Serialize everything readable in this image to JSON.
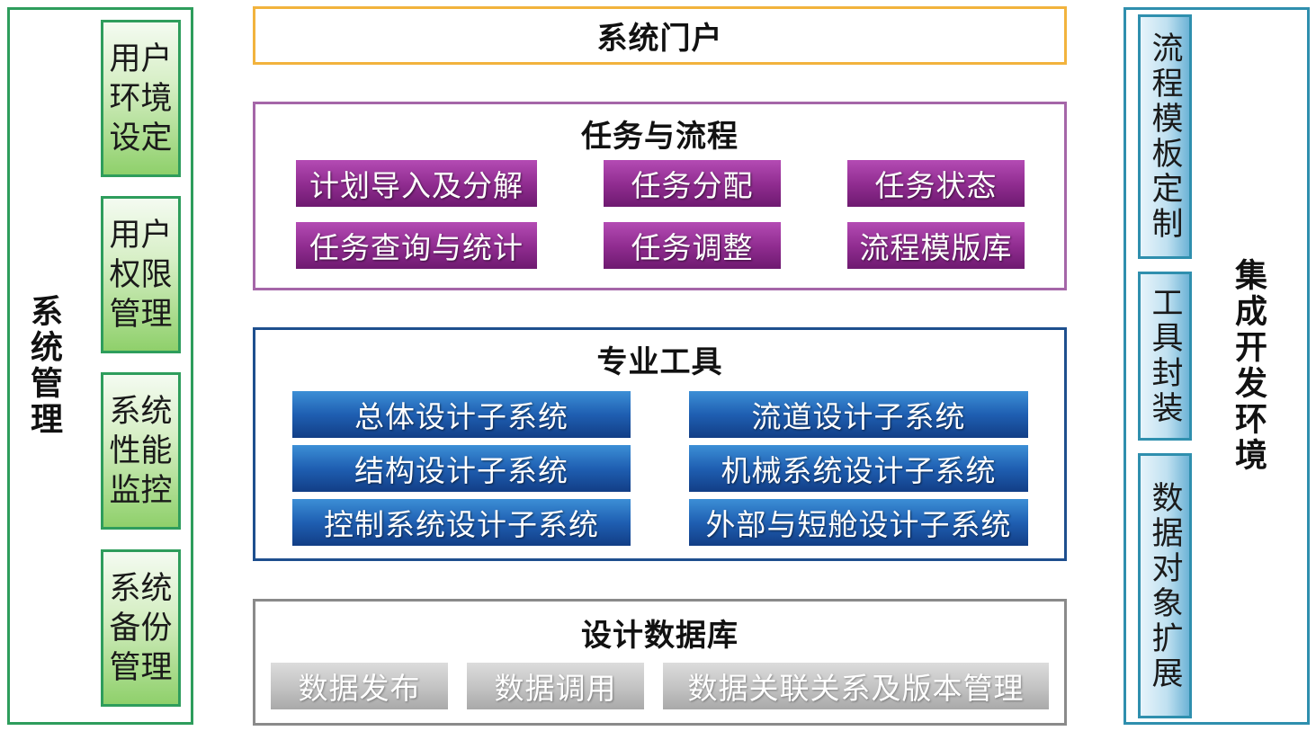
{
  "system_management": {
    "title": "系统管理",
    "items": [
      "用户\n环境\n设定",
      "用户\n权限\n管理",
      "系统\n性能\n监控",
      "系统\n备份\n管理"
    ]
  },
  "portal": {
    "title": "系统门户"
  },
  "task_flow": {
    "title": "任务与流程",
    "items": [
      "计划导入及分解",
      "任务分配",
      "任务状态",
      "任务查询与统计",
      "任务调整",
      "流程模版库"
    ]
  },
  "pro_tools": {
    "title": "专业工具",
    "items": [
      "总体设计子系统",
      "流道设计子系统",
      "结构设计子系统",
      "机械系统设计子系统",
      "控制系统设计子系统",
      "外部与短舱设计子系统"
    ]
  },
  "design_db": {
    "title": "设计数据库",
    "items": [
      "数据发布",
      "数据调用",
      "数据关联关系及版本管理"
    ]
  },
  "integrated_env": {
    "title": "集成开发环境",
    "items": [
      "流程模板定制",
      "工具封装",
      "数据对象扩展"
    ]
  },
  "colors": {
    "green_border": "#2e9d5c",
    "portal_border": "#f2b33d",
    "task_border": "#a566a8",
    "tools_border": "#1e4f8e",
    "db_border": "#8a8a8a",
    "right_border": "#2f8fae"
  }
}
